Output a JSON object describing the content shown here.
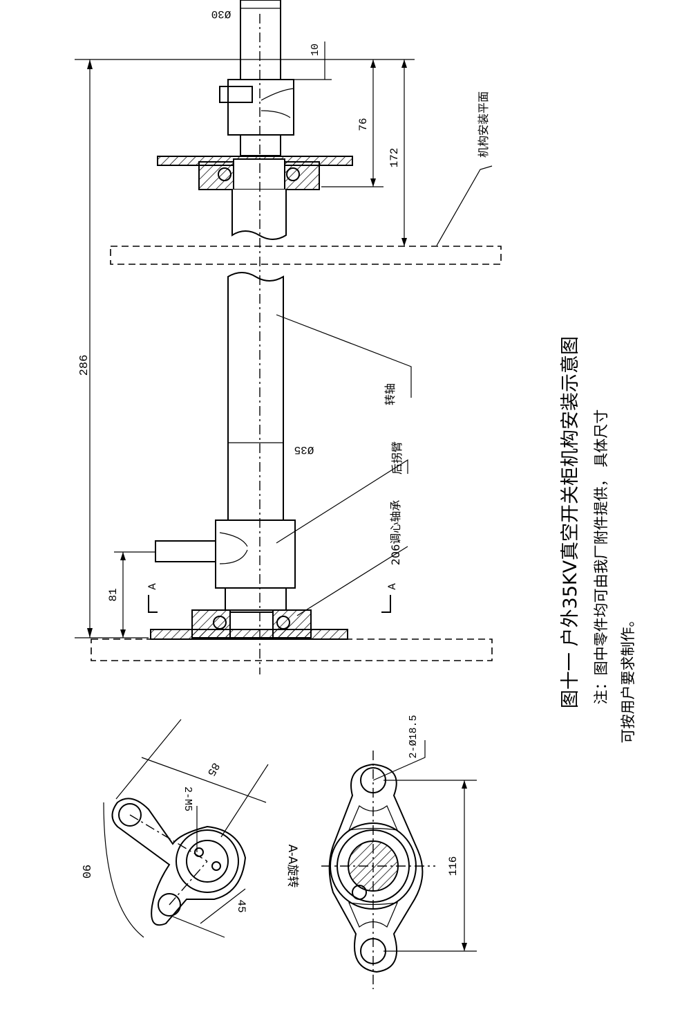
{
  "figure": {
    "caption": "图十一  户外35KV真空开关柜机构安装示意图",
    "note_line1": "注：图中零件均可由我厂附件提供，  具体尺寸",
    "note_line2": "可按用户要求制作。"
  },
  "side_view": {
    "dia_top": "Ø30",
    "dim_10": "10",
    "dim_76": "76",
    "dim_172": "172",
    "dim_286": "286",
    "dim_81": "81",
    "dia_shaft": "Ø35",
    "label_mount_plane": "机构安装平面",
    "label_shaft": "转轴",
    "label_crank": "后拐臂",
    "label_bearing": "206调心轴承",
    "section_mark_left": "A",
    "section_mark_right": "A"
  },
  "crank_view": {
    "angle": "90",
    "dim_85": "85",
    "dim_45": "45",
    "thread": "2-M5"
  },
  "section_view": {
    "title": "A-A旋转",
    "holes": "2-Ø18.5",
    "dim_116": "116"
  }
}
